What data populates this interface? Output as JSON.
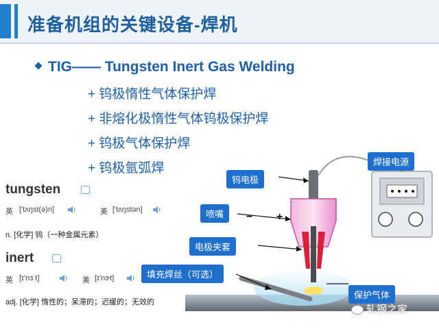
{
  "header": {
    "title": "准备机组的关键设备-焊机"
  },
  "main": {
    "bullet": "TIG—— Tungsten Inert Gas Welding",
    "subitems": [
      "+ 钨极惰性气体保护焊",
      "+ 非熔化极惰性气体钨极保护焊",
      "+ 钨极气体保护焊",
      "+ 钨极氩弧焊"
    ]
  },
  "dictionary": {
    "entries": [
      {
        "word": "tungsten",
        "uk_label": "英",
        "uk_phonetic": "['tʌŋst(ə)n]",
        "us_label": "美",
        "us_phonetic": "['tʌŋstən]",
        "definition": "n. [化学] 钨（一种金属元素）"
      },
      {
        "word": "inert",
        "uk_label": "英",
        "uk_phonetic": "[ɪ'nɜːt]",
        "us_label": "美",
        "us_phonetic": "[ɪ'nɝt]",
        "definition": "adj. [化学] 惰性的；呆滞的；迟缓的；无效的"
      }
    ]
  },
  "diagram": {
    "labels": {
      "electrode": "钨电极",
      "nozzle": "喷嘴",
      "collet": "电极夹套",
      "filler": "填充焊丝（可选）",
      "gas": "保护气体",
      "power": "焊接电源"
    },
    "power_minus": "−",
    "power_plus": "+"
  },
  "watermark": "轧钢之家",
  "colors": {
    "accent": "#1f7fd0",
    "text_blue": "#1f5fa8",
    "label_bg": "#1f6fcf"
  }
}
